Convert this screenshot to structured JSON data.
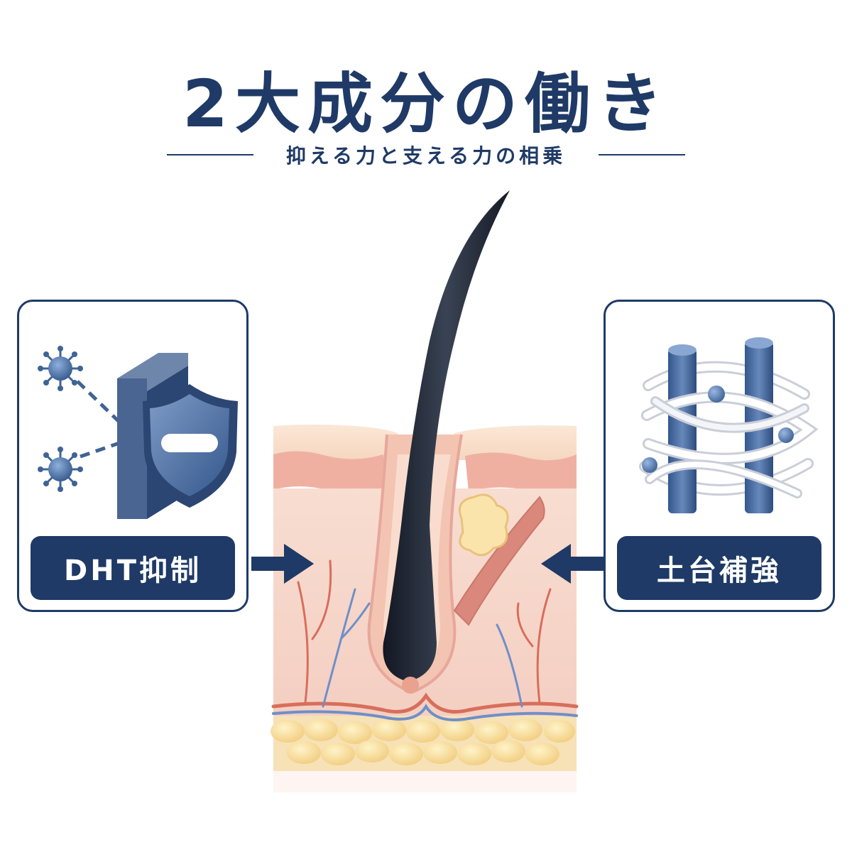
{
  "header": {
    "title": "2大成分の働き",
    "subtitle": "抑える力と支える力の相乗"
  },
  "left_panel": {
    "label": "DHT抑制",
    "icons": [
      "virus-icon",
      "virus-icon",
      "dashed-arrow-icon",
      "wall-block-icon",
      "shield-minus-icon"
    ]
  },
  "right_panel": {
    "label": "土台補強",
    "icons": [
      "pillar-icon",
      "pillar-icon",
      "fiber-twist-icon",
      "molecule-dot-icon"
    ]
  },
  "center": {
    "icons": [
      "hair-shaft-icon",
      "skin-cross-section-icon",
      "sebaceous-gland-icon",
      "blood-vessel-icon",
      "fat-layer-icon"
    ]
  },
  "colors": {
    "navy": "#1f3a66",
    "steel_blue": "#3f6394",
    "skin_pink": "#f3c2b5",
    "fat_yellow": "#f7dc9a",
    "hair": "#1e2533"
  }
}
